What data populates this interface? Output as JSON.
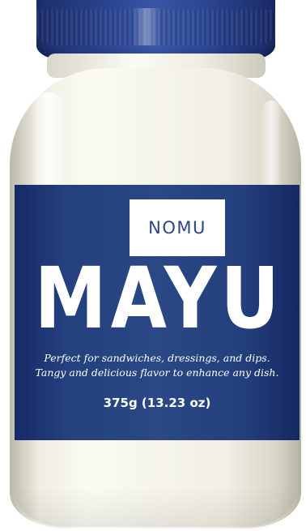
{
  "product": {
    "brand": "NOMU",
    "name": "MAYU",
    "tagline_line1": "Perfect for sandwiches, dressings, and dips.",
    "tagline_line2": "Tangy and delicious flavor to enhance any dish.",
    "net_weight": "375g (13.23 oz)"
  },
  "colors": {
    "label_blue": "#2a4885",
    "lid_blue": "#2b4590",
    "jar_cream": "#f6f5ec"
  }
}
